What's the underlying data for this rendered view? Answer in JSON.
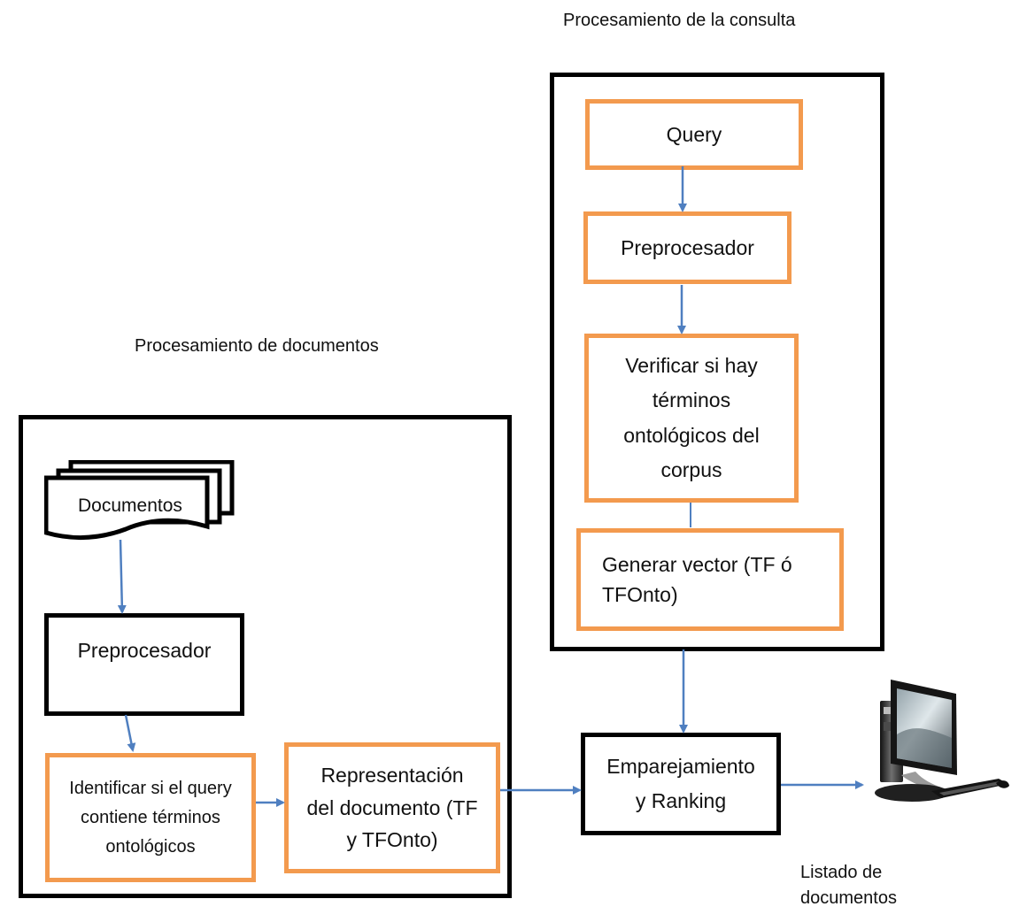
{
  "diagram": {
    "query_section": {
      "title": "Procesamiento  de la consulta",
      "query": "Query",
      "preprocessor": "Preprocesador",
      "verify": "Verificar si hay\ntérminos\nontológicos del\ncorpus",
      "generate_vector": "Generar vector (TF ó\nTFOnto)"
    },
    "document_section": {
      "title": "Procesamiento  de documentos",
      "documents": "Documentos",
      "preprocessor": "Preprocesador",
      "identify": "Identificar si el query\ncontiene términos\nontológicos",
      "representation": "Representación\ndel documento (TF\ny TFOnto)"
    },
    "matching": "Emparejamiento\ny Ranking",
    "output_label": "Listado de\ndocumentos",
    "computer_icon": "desktop-computer-icon",
    "colors": {
      "orange_border": "#f39a4e",
      "arrow": "#4f7fc0",
      "black_border": "#000000"
    }
  }
}
